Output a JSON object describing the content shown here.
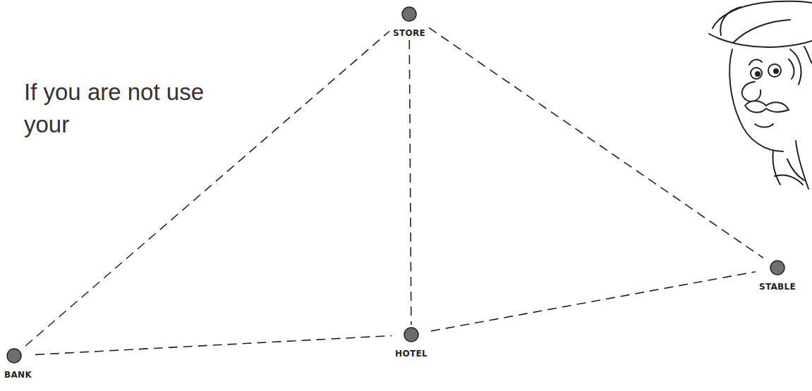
{
  "diagram": {
    "nodes": [
      {
        "text": [
          "STORE"
        ]
      },
      {
        "text": [
          "STABLE"
        ]
      },
      {
        "text": [
          "HOTEL"
        ]
      },
      {
        "text": [
          "BANK"
        ]
      }
    ],
    "edges": [
      {
        "from": 3,
        "to": 0,
        "arrow": "none"
      },
      {
        "from": 0,
        "to": 2,
        "arrow": "none"
      },
      {
        "from": 0,
        "to": 1,
        "arrow": "none"
      },
      {
        "from": 3,
        "to": 2,
        "arrow": "none"
      },
      {
        "from": 2,
        "to": 1,
        "arrow": "none"
      }
    ],
    "labels": [
      "If you are not use your"
    ]
  }
}
